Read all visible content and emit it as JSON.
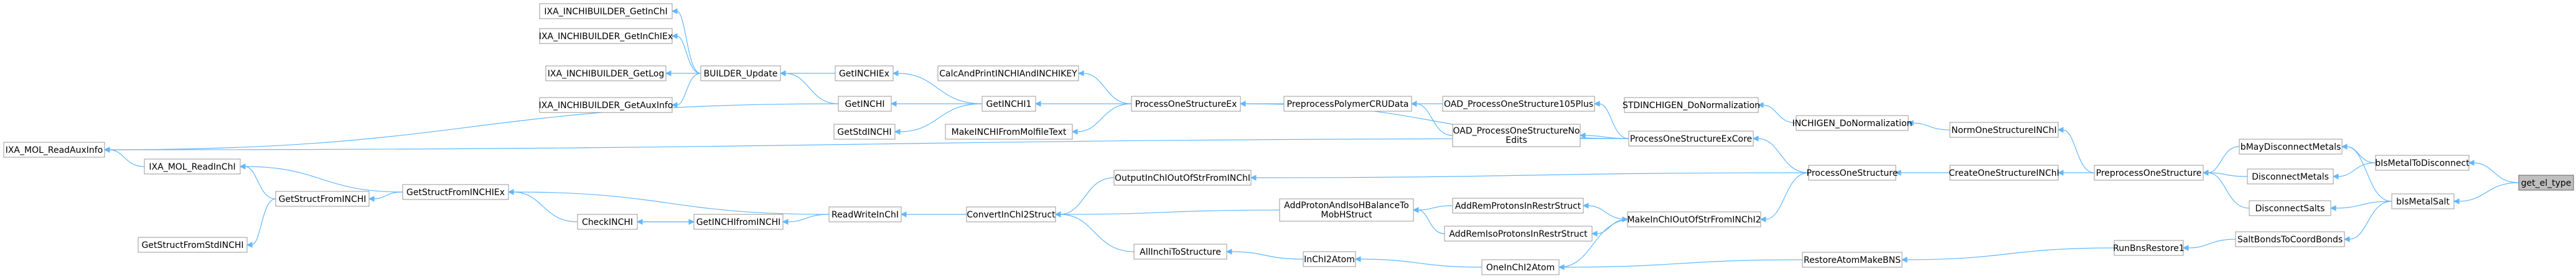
{
  "diagram": {
    "title": "",
    "colors": {
      "edge": "#63b8ff",
      "node_border": "#999999",
      "node_fill": "#ffffff",
      "root_fill": "#bfbfbf"
    },
    "nodes": [
      {
        "id": "get_el_type",
        "label": "get_el_type",
        "root": true
      },
      {
        "id": "bIsMetalToDisconnect",
        "label": "bIsMetalToDisconnect"
      },
      {
        "id": "bIsMetalSalt",
        "label": "bIsMetalSalt"
      },
      {
        "id": "bMayDisconnectMetals",
        "label": "bMayDisconnectMetals"
      },
      {
        "id": "DisconnectMetals",
        "label": "DisconnectMetals"
      },
      {
        "id": "DisconnectSalts",
        "label": "DisconnectSalts"
      },
      {
        "id": "SaltBondsToCoordBonds",
        "label": "SaltBondsToCoordBonds"
      },
      {
        "id": "PreprocessOneStructure",
        "label": "PreprocessOneStructure"
      },
      {
        "id": "RunBnsRestore1",
        "label": "RunBnsRestore1"
      },
      {
        "id": "NormOneStructureINChI",
        "label": "NormOneStructureINChI"
      },
      {
        "id": "CreateOneStructureINChI",
        "label": "CreateOneStructureINChI"
      },
      {
        "id": "RestoreAtomMakeBNS",
        "label": "RestoreAtomMakeBNS"
      },
      {
        "id": "INCHIGEN_DoNormalization",
        "label": "INCHIGEN_DoNormalization"
      },
      {
        "id": "ProcessOneStructure",
        "label": "ProcessOneStructure"
      },
      {
        "id": "OneInChI2Atom",
        "label": "OneInChI2Atom"
      },
      {
        "id": "STDINCHIGEN_DoNormalization",
        "label": "STDINCHIGEN_DoNormalization"
      },
      {
        "id": "ProcessOneStructureExCore",
        "label": "ProcessOneStructureExCore"
      },
      {
        "id": "MakeInChIOutOfStrFromINChI2",
        "label": "MakeInChIOutOfStrFromINChI2"
      },
      {
        "id": "InChI2Atom",
        "label": "InChI2Atom"
      },
      {
        "id": "OAD_ProcessOneStructure105Plus",
        "label": "OAD_ProcessOneStructure105Plus"
      },
      {
        "id": "OAD_ProcessOneStructureNoEdits",
        "label": "OAD_ProcessOneStructureNo",
        "label2": "Edits"
      },
      {
        "id": "AddRemProtonsInRestrStruct",
        "label": "AddRemProtonsInRestrStruct"
      },
      {
        "id": "AddRemIsoProtonsInRestrStruct",
        "label": "AddRemIsoProtonsInRestrStruct"
      },
      {
        "id": "PreprocessPolymerCRUData",
        "label": "PreprocessPolymerCRUData"
      },
      {
        "id": "AddProtonAndIsoHBalanceToMobHStruct",
        "label": "AddProtonAndIsoHBalanceTo",
        "label2": "MobHStruct"
      },
      {
        "id": "AllInchiToStructure",
        "label": "AllInchiToStructure"
      },
      {
        "id": "ProcessOneStructureEx",
        "label": "ProcessOneStructureEx"
      },
      {
        "id": "OutputInChIOutOfStrFromINChI",
        "label": "OutputInChIOutOfStrFromINChI"
      },
      {
        "id": "ConvertInChI2Struct",
        "label": "ConvertInChI2Struct"
      },
      {
        "id": "CalcAndPrintINCHIAndINCHIKEY",
        "label": "CalcAndPrintINCHIAndINCHIKEY"
      },
      {
        "id": "GetINCHI1",
        "label": "GetINCHI1"
      },
      {
        "id": "MakeINCHIFromMolfileText",
        "label": "MakeINCHIFromMolfileText"
      },
      {
        "id": "ReadWriteInChI",
        "label": "ReadWriteInChI"
      },
      {
        "id": "GetINCHIEx",
        "label": "GetINCHIEx"
      },
      {
        "id": "GetINCHI",
        "label": "GetINCHI"
      },
      {
        "id": "GetStdINCHI",
        "label": "GetStdINCHI"
      },
      {
        "id": "GetINCHIfromINCHI",
        "label": "GetINCHIfromINCHI"
      },
      {
        "id": "BUILDER_Update",
        "label": "BUILDER_Update"
      },
      {
        "id": "CheckINCHI",
        "label": "CheckINCHI"
      },
      {
        "id": "GetStructFromINCHIEx",
        "label": "GetStructFromINCHIEx"
      },
      {
        "id": "IXA_INCHIBUILDER_GetInChI",
        "label": "IXA_INCHIBUILDER_GetInChI"
      },
      {
        "id": "IXA_INCHIBUILDER_GetInChIEx",
        "label": "IXA_INCHIBUILDER_GetInChIEx"
      },
      {
        "id": "IXA_INCHIBUILDER_GetLog",
        "label": "IXA_INCHIBUILDER_GetLog"
      },
      {
        "id": "IXA_INCHIBUILDER_GetAuxInfo",
        "label": "IXA_INCHIBUILDER_GetAuxInfo"
      },
      {
        "id": "GetStructFromINCHI",
        "label": "GetStructFromINCHI"
      },
      {
        "id": "IXA_MOL_ReadInChI",
        "label": "IXA_MOL_ReadInChI"
      },
      {
        "id": "GetStructFromStdINCHI",
        "label": "GetStructFromStdINCHI"
      },
      {
        "id": "IXA_MOL_ReadAuxInfo",
        "label": "IXA_MOL_ReadAuxInfo"
      }
    ],
    "edges": [
      [
        "bIsMetalToDisconnect",
        "get_el_type"
      ],
      [
        "bIsMetalSalt",
        "get_el_type"
      ],
      [
        "bMayDisconnectMetals",
        "bIsMetalToDisconnect"
      ],
      [
        "DisconnectMetals",
        "bIsMetalToDisconnect"
      ],
      [
        "DisconnectSalts",
        "bIsMetalSalt"
      ],
      [
        "SaltBondsToCoordBonds",
        "bIsMetalSalt"
      ],
      [
        "bMayDisconnectMetals",
        "bIsMetalSalt"
      ],
      [
        "PreprocessOneStructure",
        "bMayDisconnectMetals"
      ],
      [
        "PreprocessOneStructure",
        "DisconnectMetals"
      ],
      [
        "PreprocessOneStructure",
        "DisconnectSalts"
      ],
      [
        "RunBnsRestore1",
        "SaltBondsToCoordBonds"
      ],
      [
        "NormOneStructureINChI",
        "PreprocessOneStructure"
      ],
      [
        "CreateOneStructureINChI",
        "PreprocessOneStructure"
      ],
      [
        "RestoreAtomMakeBNS",
        "RunBnsRestore1"
      ],
      [
        "INCHIGEN_DoNormalization",
        "NormOneStructureINChI"
      ],
      [
        "ProcessOneStructure",
        "CreateOneStructureINChI"
      ],
      [
        "OneInChI2Atom",
        "RestoreAtomMakeBNS"
      ],
      [
        "STDINCHIGEN_DoNormalization",
        "INCHIGEN_DoNormalization"
      ],
      [
        "ProcessOneStructureExCore",
        "ProcessOneStructure"
      ],
      [
        "MakeInChIOutOfStrFromINChI2",
        "ProcessOneStructure"
      ],
      [
        "InChI2Atom",
        "OneInChI2Atom"
      ],
      [
        "MakeInChIOutOfStrFromINChI2",
        "OneInChI2Atom"
      ],
      [
        "OAD_ProcessOneStructure105Plus",
        "ProcessOneStructureExCore"
      ],
      [
        "OAD_ProcessOneStructureNoEdits",
        "ProcessOneStructureExCore"
      ],
      [
        "ProcessOneStructureEx",
        "ProcessOneStructureExCore"
      ],
      [
        "AddRemProtonsInRestrStruct",
        "MakeInChIOutOfStrFromINChI2"
      ],
      [
        "AddRemIsoProtonsInRestrStruct",
        "MakeInChIOutOfStrFromINChI2"
      ],
      [
        "OutputInChIOutOfStrFromINChI",
        "ProcessOneStructure"
      ],
      [
        "PreprocessPolymerCRUData",
        "OAD_ProcessOneStructure105Plus"
      ],
      [
        "PreprocessPolymerCRUData",
        "OAD_ProcessOneStructureNoEdits"
      ],
      [
        "AddProtonAndIsoHBalanceToMobHStruct",
        "AddRemProtonsInRestrStruct"
      ],
      [
        "AddProtonAndIsoHBalanceToMobHStruct",
        "AddRemIsoProtonsInRestrStruct"
      ],
      [
        "AllInchiToStructure",
        "InChI2Atom"
      ],
      [
        "ProcessOneStructureEx",
        "PreprocessPolymerCRUData"
      ],
      [
        "ConvertInChI2Struct",
        "OutputInChIOutOfStrFromINChI"
      ],
      [
        "ConvertInChI2Struct",
        "AddProtonAndIsoHBalanceToMobHStruct"
      ],
      [
        "ConvertInChI2Struct",
        "AllInchiToStructure"
      ],
      [
        "CalcAndPrintINCHIAndINCHIKEY",
        "ProcessOneStructureEx"
      ],
      [
        "GetINCHI1",
        "ProcessOneStructureEx"
      ],
      [
        "MakeINCHIFromMolfileText",
        "ProcessOneStructureEx"
      ],
      [
        "ReadWriteInChI",
        "ConvertInChI2Struct"
      ],
      [
        "GetINCHIEx",
        "GetINCHI1"
      ],
      [
        "GetINCHI",
        "GetINCHI1"
      ],
      [
        "GetStdINCHI",
        "GetINCHI1"
      ],
      [
        "GetINCHIfromINCHI",
        "ReadWriteInChI"
      ],
      [
        "GetStructFromINCHIEx",
        "ReadWriteInChI"
      ],
      [
        "BUILDER_Update",
        "GetINCHIEx"
      ],
      [
        "BUILDER_Update",
        "GetINCHI"
      ],
      [
        "CheckINCHI",
        "GetINCHIfromINCHI"
      ],
      [
        "GetINCHIfromINCHI",
        "CheckINCHI"
      ],
      [
        "GetStructFromINCHIEx",
        "CheckINCHI"
      ],
      [
        "IXA_INCHIBUILDER_GetInChI",
        "BUILDER_Update"
      ],
      [
        "IXA_INCHIBUILDER_GetInChIEx",
        "BUILDER_Update"
      ],
      [
        "IXA_INCHIBUILDER_GetLog",
        "BUILDER_Update"
      ],
      [
        "IXA_INCHIBUILDER_GetAuxInfo",
        "BUILDER_Update"
      ],
      [
        "GetStructFromINCHI",
        "GetStructFromINCHIEx"
      ],
      [
        "IXA_MOL_ReadInChI",
        "GetStructFromINCHIEx"
      ],
      [
        "GetStructFromStdINCHI",
        "GetStructFromINCHI"
      ],
      [
        "IXA_MOL_ReadInChI",
        "GetStructFromINCHI"
      ],
      [
        "IXA_MOL_ReadAuxInfo",
        "IXA_MOL_ReadInChI"
      ],
      [
        "IXA_MOL_ReadAuxInfo",
        "GetINCHI"
      ],
      [
        "IXA_MOL_ReadAuxInfo",
        "ProcessOneStructureExCore"
      ]
    ]
  }
}
